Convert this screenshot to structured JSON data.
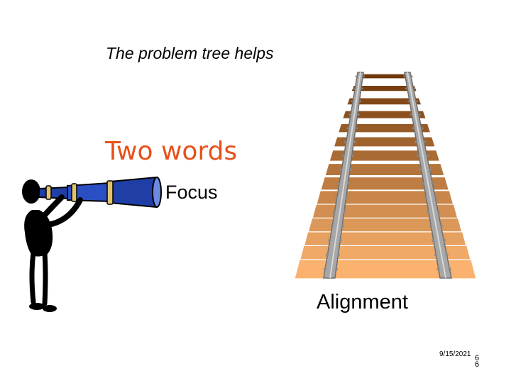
{
  "slide": {
    "heading": "The problem tree helps",
    "subheading": "Two words",
    "word_focus": "Focus",
    "word_alignment": "Alignment",
    "date": "9/15/2021",
    "page_number_digits": [
      "6",
      "6"
    ]
  },
  "colors": {
    "subheading": "#e8501a",
    "rail": "#9a9a9a",
    "rail_dark": "#6f6f6f",
    "telescope": "#1f3ea6",
    "telescope_bands": "#e0c36a",
    "figure": "#000000"
  },
  "illustrations": {
    "left": "person-with-telescope",
    "right": "railroad-tracks-receding"
  }
}
